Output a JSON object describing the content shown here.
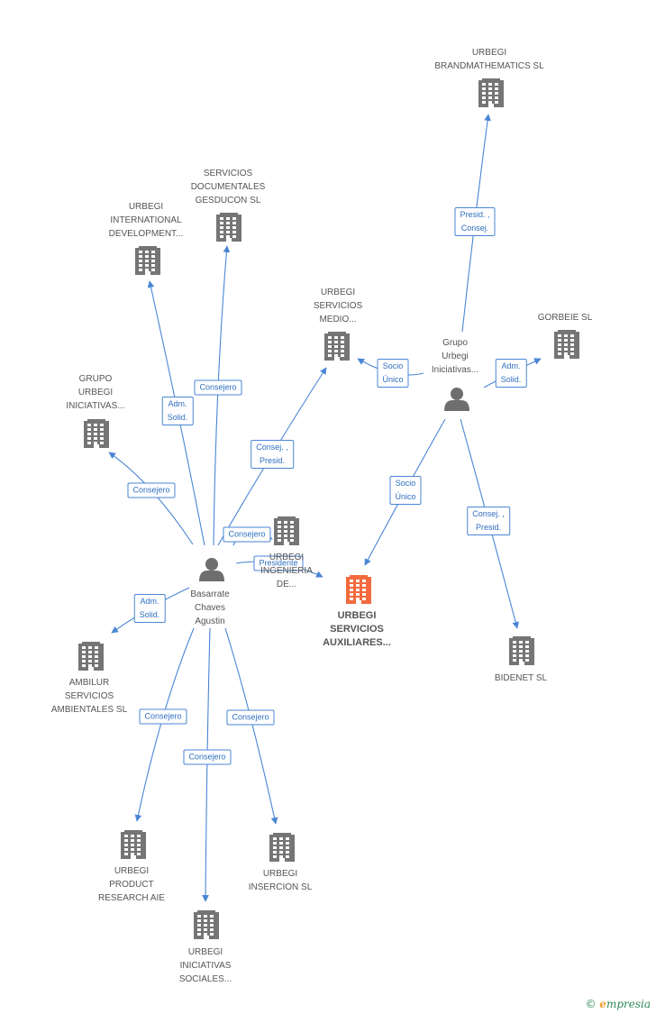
{
  "colors": {
    "edge": "#4a86d4",
    "building": "#757575",
    "focus": "#f26a3d",
    "person": "#6e6e6e"
  },
  "nodes": [
    {
      "id": "brandmath",
      "type": "building",
      "label": [
        "URBEGI",
        "BRANDMATHEMATICS SL"
      ]
    },
    {
      "id": "gesducon",
      "type": "building",
      "label": [
        "SERVICIOS",
        "DOCUMENTALES",
        "GESDUCON SL"
      ]
    },
    {
      "id": "intdev",
      "type": "building",
      "label": [
        "URBEGI",
        "INTERNATIONAL",
        "DEVELOPMENT..."
      ]
    },
    {
      "id": "medio",
      "type": "building",
      "label": [
        "URBEGI",
        "SERVICIOS",
        "MEDIO..."
      ]
    },
    {
      "id": "grupo_person",
      "type": "person",
      "label": [
        "Grupo",
        "Urbegi",
        "Iniciativas..."
      ]
    },
    {
      "id": "gorbeie",
      "type": "building",
      "label": [
        "GORBEIE SL"
      ]
    },
    {
      "id": "grupo_bld",
      "type": "building",
      "label": [
        "GRUPO",
        "URBEGI",
        "INICIATIVAS..."
      ]
    },
    {
      "id": "ingenieria",
      "type": "building",
      "label": [
        "URBEGI",
        "INGENIERIA",
        "DE..."
      ]
    },
    {
      "id": "auxiliares",
      "type": "focus",
      "label": [
        "URBEGI",
        "SERVICIOS",
        "AUXILIARES..."
      ]
    },
    {
      "id": "basarrate",
      "type": "person",
      "label": [
        "Basarrate",
        "Chaves",
        "Agustin"
      ]
    },
    {
      "id": "ambilur",
      "type": "building",
      "label": [
        "AMBILUR",
        "SERVICIOS",
        "AMBIENTALES SL"
      ]
    },
    {
      "id": "bidenet",
      "type": "building",
      "label": [
        "BIDENET SL"
      ]
    },
    {
      "id": "product",
      "type": "building",
      "label": [
        "URBEGI",
        "PRODUCT",
        "RESEARCH AIE"
      ]
    },
    {
      "id": "insercion",
      "type": "building",
      "label": [
        "URBEGI",
        "INSERCION SL"
      ]
    },
    {
      "id": "sociales",
      "type": "building",
      "label": [
        "URBEGI",
        "INICIATIVAS",
        "SOCIALES..."
      ]
    }
  ],
  "edges": [
    {
      "from": "grupo_person",
      "to": "brandmath",
      "label": [
        "Presid. ,",
        "Consej."
      ]
    },
    {
      "from": "grupo_person",
      "to": "medio",
      "label": [
        "Socio",
        "Único"
      ]
    },
    {
      "from": "grupo_person",
      "to": "gorbeie",
      "label": [
        "Adm.",
        "Solid."
      ]
    },
    {
      "from": "grupo_person",
      "to": "auxiliares",
      "label": [
        "Socio",
        "Único"
      ]
    },
    {
      "from": "grupo_person",
      "to": "bidenet",
      "label": [
        "Consej. ,",
        "Presid."
      ]
    },
    {
      "from": "basarrate",
      "to": "gesducon",
      "label": [
        "Consejero"
      ]
    },
    {
      "from": "basarrate",
      "to": "intdev",
      "label": [
        "Adm.",
        "Solid."
      ]
    },
    {
      "from": "basarrate",
      "to": "grupo_bld",
      "label": [
        "Consejero"
      ]
    },
    {
      "from": "basarrate",
      "to": "medio",
      "label": [
        "Consej. ,",
        "Presid."
      ]
    },
    {
      "from": "basarrate",
      "to": "ingenieria",
      "label": [
        "Consejero"
      ]
    },
    {
      "from": "basarrate",
      "to": "auxiliares",
      "label": [
        "Presidente"
      ]
    },
    {
      "from": "basarrate",
      "to": "ambilur",
      "label": [
        "Adm.",
        "Solid."
      ]
    },
    {
      "from": "basarrate",
      "to": "product",
      "label": [
        "Consejero"
      ]
    },
    {
      "from": "basarrate",
      "to": "sociales",
      "label": [
        "Consejero"
      ]
    },
    {
      "from": "basarrate",
      "to": "insercion",
      "label": [
        "Consejero"
      ]
    }
  ],
  "footer": {
    "copyright": "©",
    "brand_initial": "e",
    "brand_rest": "mpresia"
  }
}
